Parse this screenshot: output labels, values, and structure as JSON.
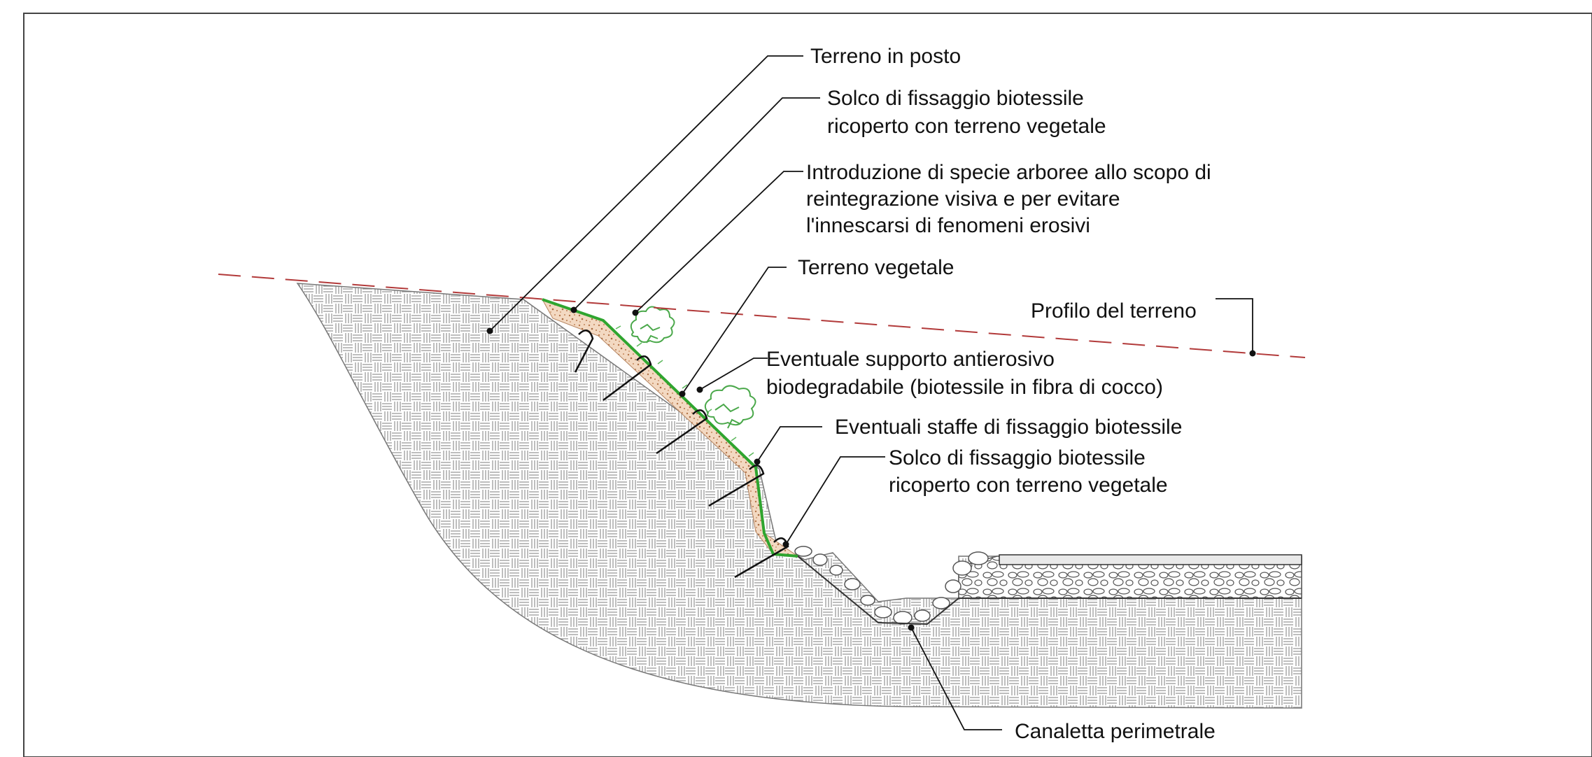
{
  "labels": {
    "terreno_in_posto": "Terreno in posto",
    "solco_top_line1": "Solco di fissaggio biotessile",
    "solco_top_line2": "ricoperto con terreno vegetale",
    "specie_line1": "Introduzione di specie arboree allo scopo di",
    "specie_line2": "reintegrazione visiva e per evitare",
    "specie_line3": "l'innescarsi di fenomeni erosivi",
    "terreno_vegetale": "Terreno vegetale",
    "profilo": "Profilo del terreno",
    "supporto_line1": "Eventuale supporto antierosivo",
    "supporto_line2": "biodegradabile (biotessile in fibra di cocco)",
    "staffe": "Eventuali staffe di fissaggio biotessile",
    "solco_bottom_line1": "Solco di fissaggio biotessile",
    "solco_bottom_line2": "ricoperto con terreno vegetale",
    "canaletta": "Canaletta perimetrale"
  },
  "colors": {
    "profile_line": "#b23a3a",
    "geotextile": "#2fa52f",
    "vegetal_soil": "#d9a27a",
    "vegetation": "#4aa84a",
    "hatch": "#9a9a9a",
    "leader": "#111111"
  }
}
